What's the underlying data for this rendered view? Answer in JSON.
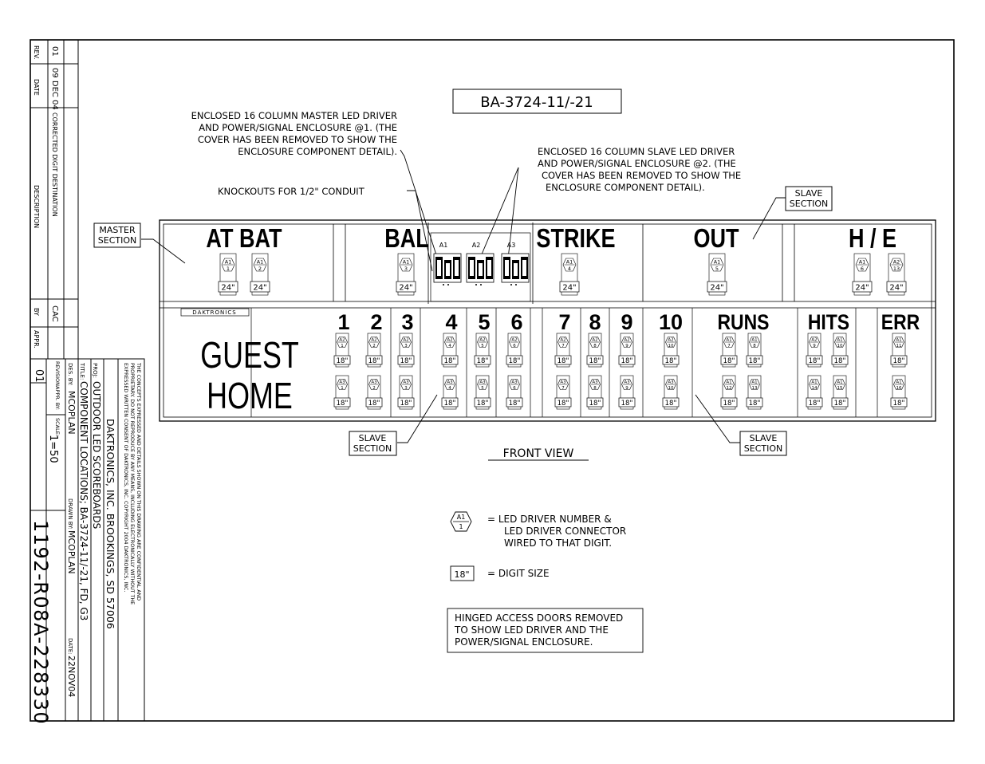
{
  "drawing": {
    "model_box": "BA-3724-11/-21",
    "front_view": "FRONT VIEW",
    "brand_strip": "DAKTRONICS"
  },
  "notes": {
    "master_enclosure": [
      "ENCLOSED 16 COLUMN MASTER LED DRIVER",
      "AND POWER/SIGNAL ENCLOSURE @1.  (THE",
      "COVER HAS BEEN REMOVED TO SHOW THE",
      "ENCLOSURE COMPONENT DETAIL)."
    ],
    "slave_enclosure": [
      "ENCLOSED 16 COLUMN SLAVE LED DRIVER",
      "AND POWER/SIGNAL ENCLOSURE @2.  (THE",
      "COVER HAS BEEN REMOVED TO SHOW THE",
      "ENCLOSURE COMPONENT DETAIL)."
    ],
    "knockouts": "KNOCKOUTS FOR 1/2\" CONDUIT",
    "master_section": [
      "MASTER",
      "SECTION"
    ],
    "slave_section": [
      "SLAVE",
      "SECTION"
    ]
  },
  "scoreboard": {
    "top_labels": [
      "AT BAT",
      "BAL",
      "STRIKE",
      "OUT",
      "H / E"
    ],
    "drivers": [
      "A1",
      "A2",
      "A3"
    ],
    "team_labels": [
      "GUEST",
      "HOME"
    ],
    "inning_labels": [
      "1",
      "2",
      "3",
      "4",
      "5",
      "6",
      "7",
      "8",
      "9",
      "10"
    ],
    "total_labels": [
      "RUNS",
      "HITS",
      "ERR"
    ],
    "top_digit_size": "24\"",
    "bottom_digit_size": "18\"",
    "top_digits": [
      [
        "A1",
        "1"
      ],
      [
        "A1",
        "2"
      ],
      [
        "A1",
        "3"
      ],
      [
        "A1",
        "4"
      ],
      [
        "A1",
        "5"
      ],
      [
        "A1",
        "6"
      ],
      [
        "A2",
        "13"
      ]
    ],
    "guest_digits": [
      [
        "A2",
        "1"
      ],
      [
        "A2",
        "2"
      ],
      [
        "A2",
        "3"
      ],
      [
        "A2",
        "4"
      ],
      [
        "A2",
        "5"
      ],
      [
        "A2",
        "6"
      ],
      [
        "A2",
        "7"
      ],
      [
        "A2",
        "8"
      ],
      [
        "A2",
        "9"
      ],
      [
        "A2",
        "10"
      ],
      [
        "A1",
        "7"
      ],
      [
        "A1",
        "8"
      ],
      [
        "A2",
        "9"
      ],
      [
        "A1",
        "10"
      ],
      [
        "A1",
        "11"
      ]
    ],
    "home_digits": [
      [
        "A3",
        "1"
      ],
      [
        "A3",
        "2"
      ],
      [
        "A3",
        "3"
      ],
      [
        "A3",
        "4"
      ],
      [
        "A3",
        "5"
      ],
      [
        "A3",
        "6"
      ],
      [
        "A3",
        "7"
      ],
      [
        "A3",
        "8"
      ],
      [
        "A3",
        "9"
      ],
      [
        "A3",
        "10"
      ],
      [
        "A1",
        "12"
      ],
      [
        "A1",
        "13"
      ],
      [
        "A1",
        "14"
      ],
      [
        "A1",
        "15"
      ],
      [
        "A1",
        "16"
      ]
    ]
  },
  "legend": {
    "driver_symbol": [
      "A1",
      "1"
    ],
    "driver_text": [
      "=  LED DRIVER NUMBER &",
      "LED DRIVER CONNECTOR",
      "WIRED TO THAT DIGIT."
    ],
    "size_symbol": "18\"",
    "size_text": "=  DIGIT SIZE",
    "hinged_note": [
      "HINGED ACCESS DOORS REMOVED",
      "TO SHOW LED DRIVER AND THE",
      "POWER/SIGNAL ENCLOSURE."
    ]
  },
  "revision_block": {
    "rev_header": "REV.",
    "date_header": "DATE",
    "description_header": "DESCRIPTION",
    "by_header": "BY",
    "appr_header": "APPR.",
    "rev": "01",
    "date": "09 DEC 04",
    "description": "CORRECTED DIGIT DESTINATION",
    "by": "CAC"
  },
  "title_block": {
    "confidential": [
      "THE CONCEPTS EXPRESSED AND DETAILS SHOWN ON THIS DRAWING ARE CONFIDENTIAL AND",
      "PROPRIETARY.  DO NOT REPRODUCE BY ANY MEANS, INCLUDING ELECTRONICALLY WITHOUT THE",
      "EXPRESSED WRITTEN CONSENT OF DAKTRONICS, INC.          COPYRIGHT 2004 DAKTRONICS, INC."
    ],
    "company": "DAKTRONICS, INC.  BROOKINGS, SD  57006",
    "proj_label": "PROJ:",
    "project": "OUTDOOR LED SCOREBOARDS",
    "title_label": "TITLE:",
    "title": "COMPONENT LOCATIONS; BA-3724-11/-21, FD, G3",
    "des_label": "DES. BY:",
    "designer": "MCOPLAN",
    "drawn_label": "DRAWN BY:",
    "drawn_by": "MCOPLAN",
    "date_label": "DATE:",
    "date": "22NOV04",
    "revision_label": "REVISION",
    "revision": "01",
    "appr_label": "APPR. BY:",
    "scale_label": "SCALE:",
    "scale": "1=50",
    "drawing_number": "1192-R08A-228330"
  }
}
